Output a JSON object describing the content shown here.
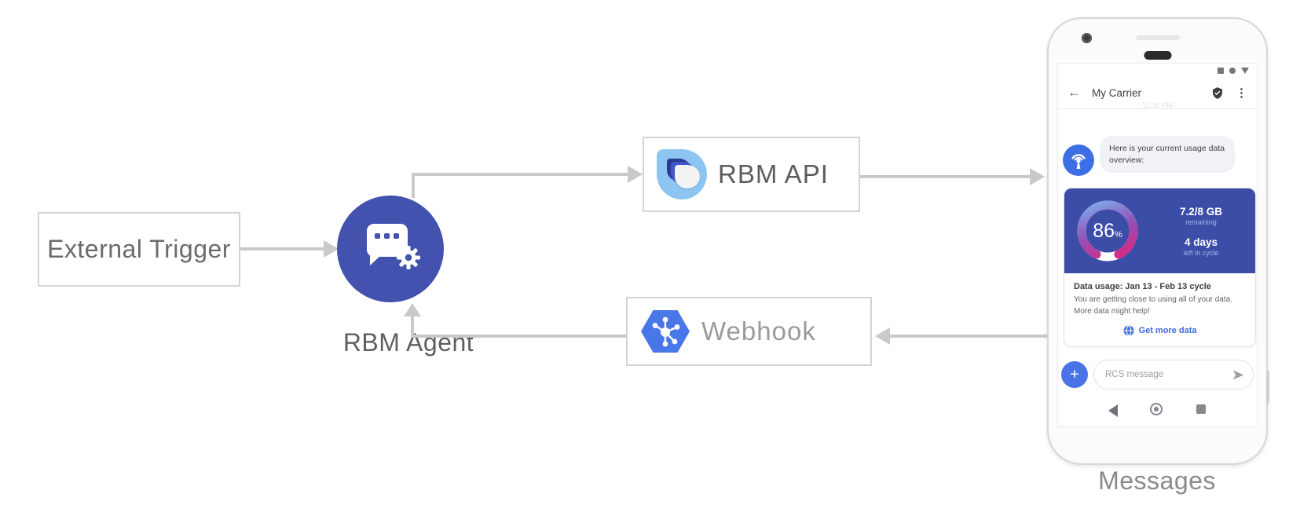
{
  "diagram": {
    "external_trigger_label": "External Trigger",
    "rbm_agent_label": "RBM Agent",
    "rbm_api_label": "RBM API",
    "webhook_label": "Webhook",
    "phone_caption": "Messages"
  },
  "colors": {
    "agent_indigo": "#4252ae",
    "card_indigo": "#3c4da8",
    "gauge_gradient": [
      "#7db4f5",
      "#9350b4",
      "#ea1e79"
    ],
    "logo_light_blue": "#8cc5f2",
    "logo_navy": "#2b3990",
    "logo_royal": "#4156c8",
    "hexagon_blue": "#4a77e8",
    "avatar_blue": "#3d6ee4",
    "link_blue": "#3d6be0",
    "arrow_gray": "#c9c9c9"
  },
  "phone": {
    "app_bar": {
      "back_glyph": "←",
      "title": "My Carrier",
      "menu_glyph": "⋮"
    },
    "timestamp": "12:30 PM",
    "agent_message": "Here is your current usage data overview:",
    "usage_card": {
      "percent": "86",
      "percent_unit": "%",
      "remaining_value": "7.2/8 GB",
      "remaining_label": "remaining",
      "cycle_value": "4 days",
      "cycle_label": "left in cycle",
      "title": "Data usage: Jan 13 - Feb 13 cycle",
      "body": "You are getting close to using all of your data. More data might help!",
      "action_label": "Get more data"
    },
    "composer": {
      "placeholder": "RCS message",
      "plus_glyph": "+"
    }
  }
}
